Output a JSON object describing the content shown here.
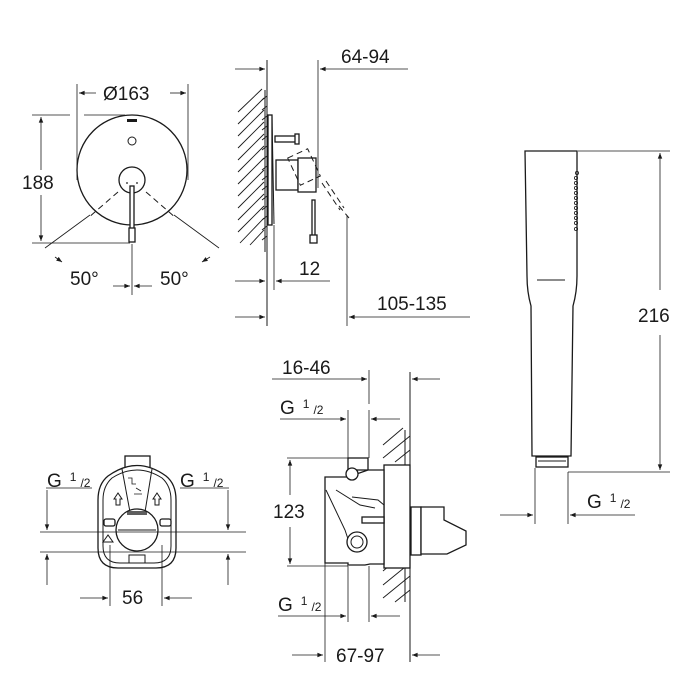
{
  "drawing": {
    "type": "technical dimension drawing",
    "units": "mm",
    "stroke_color": "#1a1a1a",
    "background": "#ffffff"
  },
  "front_view": {
    "diameter_label": "Ø163",
    "height_label": "188",
    "angle_left_label": "50°",
    "angle_right_label": "50°"
  },
  "side_view": {
    "projection_label": "64-94",
    "plate_label": "12",
    "max_projection_label": "105-135"
  },
  "hand_shower": {
    "length_label": "216",
    "thread_label_main": "G",
    "thread_label_num": "1",
    "thread_label_den": "/2"
  },
  "body_front": {
    "left_thread_main": "G",
    "left_thread_num": "1",
    "left_thread_den": "/2",
    "right_thread_main": "G",
    "right_thread_num": "1",
    "right_thread_den": "/2",
    "spacing_label": "56"
  },
  "body_side": {
    "depth_label": "16-46",
    "top_thread_main": "G",
    "top_thread_num": "1",
    "top_thread_den": "/2",
    "height_label": "123",
    "bottom_thread_main": "G",
    "bottom_thread_num": "1",
    "bottom_thread_den": "/2",
    "install_depth_label": "67-97"
  }
}
